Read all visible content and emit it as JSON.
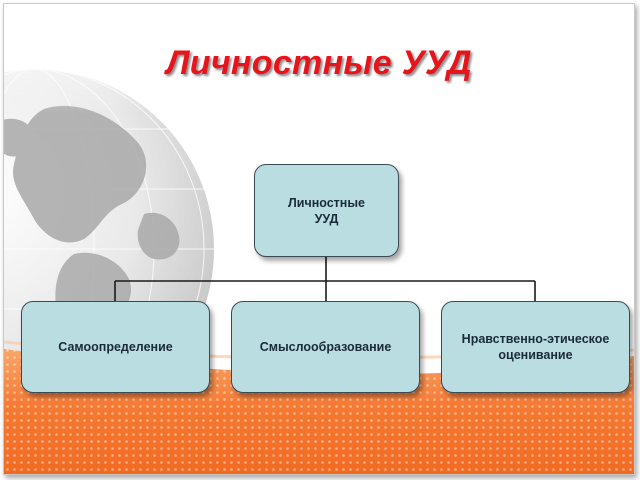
{
  "slide": {
    "title": "Личностные УУД"
  },
  "diagram": {
    "root": {
      "line1": "Личностные",
      "line2": "УУД"
    },
    "children": [
      {
        "label": "Самоопределение"
      },
      {
        "label": "Смыслообразование"
      },
      {
        "label": "Нравственно-этическое оценивание"
      }
    ]
  },
  "colors": {
    "title": "#e8141c",
    "node_fill": "#b9dde0",
    "node_border": "#3a4a55",
    "accent_orange": "#f26a22",
    "globe_gray": "#cfcfcf"
  }
}
